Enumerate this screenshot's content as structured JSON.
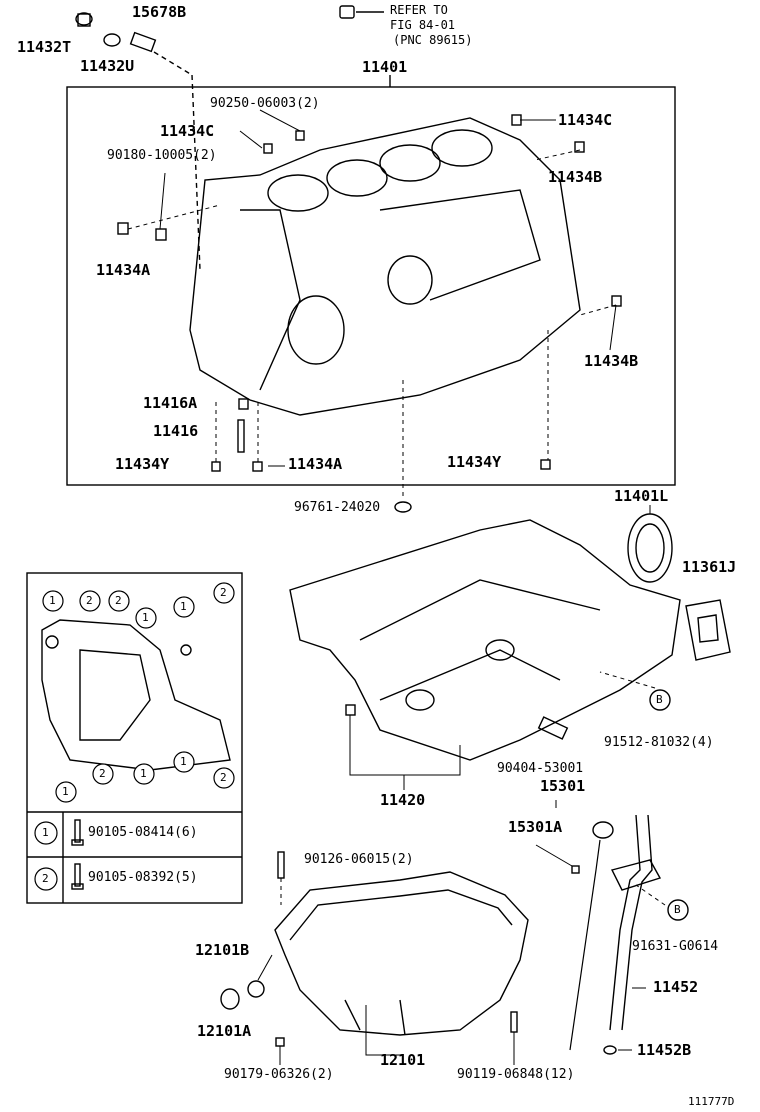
{
  "labels": {
    "p11432T": "11432T",
    "p15678B": "15678B",
    "p11432U": "11432U",
    "refer1": "REFER TO",
    "refer2": "FIG 84-01",
    "refer3": "(PNC 89615)",
    "p11401": "11401",
    "p90250": "90250-06003(2)",
    "p11434C_l": "11434C",
    "p11434C_r": "11434C",
    "p90180": "90180-10005(2)",
    "p11434B_t": "11434B",
    "p11434A_l": "11434A",
    "p11434B_b": "11434B",
    "p11416A": "11416A",
    "p11416": "11416",
    "p11434Y_l": "11434Y",
    "p11434A_b": "11434A",
    "p11434Y_r": "11434Y",
    "p96761": "96761-24020",
    "p11401L": "11401L",
    "p11361J": "11361J",
    "p91512": "91512-81032(4)",
    "p90404": "90404-53001",
    "p11420": "11420",
    "p15301": "15301",
    "p15301A": "15301A",
    "p90126": "90126-06015(2)",
    "p91631": "91631-G0614",
    "p12101B": "12101B",
    "p11452": "11452",
    "p12101A": "12101A",
    "p11452B": "11452B",
    "p90179": "90179-06326(2)",
    "p12101": "12101",
    "p90119": "90119-06848(12)",
    "footer": "111777D"
  },
  "legend": {
    "row1_num": "1",
    "row1_part": "90105-08414(6)",
    "row2_num": "2",
    "row2_part": "90105-08392(5)",
    "circle_b": "B"
  }
}
